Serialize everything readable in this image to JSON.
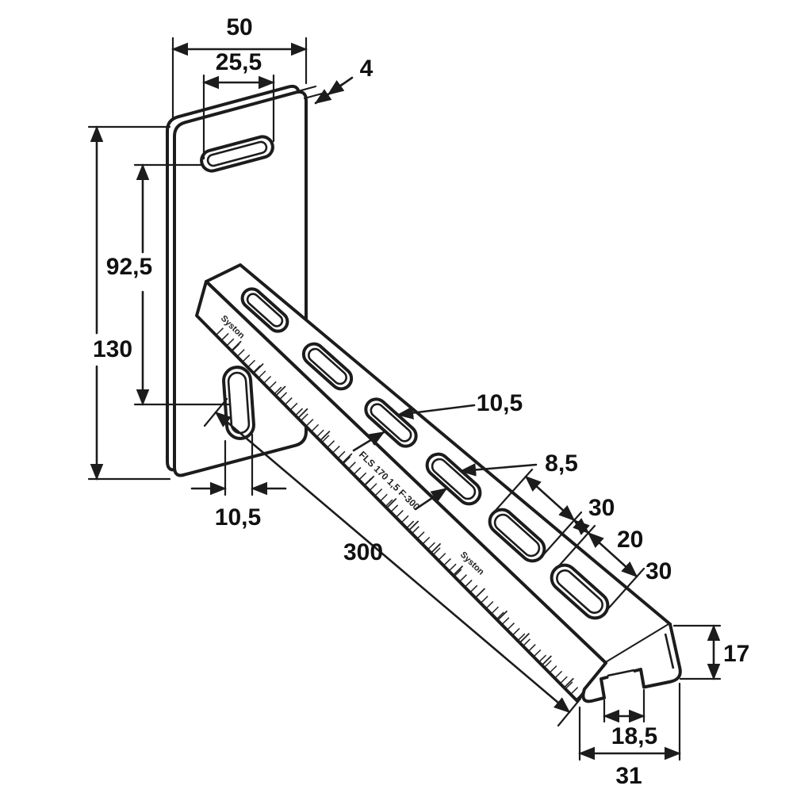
{
  "drawing": {
    "type": "technical-dimension-drawing",
    "subject": "slotted cantilever channel bracket with mounting plate"
  },
  "dimensions": {
    "plate_width": "50",
    "plate_slot_length": "25,5",
    "plate_thickness": "4",
    "slot_center_distance": "92,5",
    "plate_height": "130",
    "arm_slot_width": "10,5",
    "arm_slot_width_end": "8,5",
    "slot_length_a": "30",
    "slot_gap": "20",
    "slot_length_b": "30",
    "plate_slot_width": "10,5",
    "arm_length": "300",
    "channel_height": "17",
    "channel_opening": "18,5",
    "channel_width": "31"
  },
  "markings": {
    "brand_near_plate": "Syston",
    "product_code": "FLS 170 1,5 F-300",
    "brand_mid": "Syston"
  },
  "colors": {
    "line": "#1c1c1c",
    "background": "#ffffff"
  }
}
